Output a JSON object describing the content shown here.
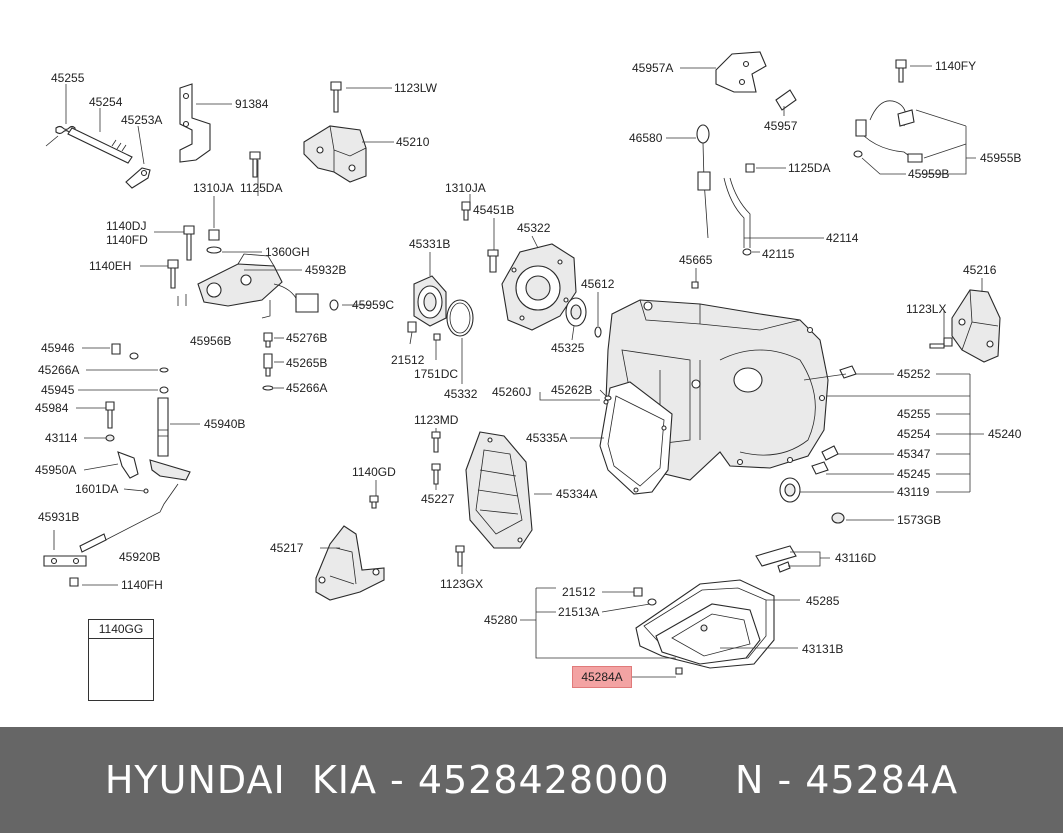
{
  "labels": {
    "l45255": "45255",
    "l45254": "45254",
    "l45253A": "45253A",
    "l91384": "91384",
    "l1123LW": "1123LW",
    "l45210": "45210",
    "l1310JA_a": "1310JA",
    "l1125DA_a": "1125DA",
    "l1140DJ": "1140DJ",
    "l1140FD": "1140FD",
    "l1360GH": "1360GH",
    "l1140EH": "1140EH",
    "l45932B": "45932B",
    "l45959C": "45959C",
    "l45956B": "45956B",
    "l45276B": "45276B",
    "l45265B": "45265B",
    "l45266A_a": "45266A",
    "l45946": "45946",
    "l45266A_b": "45266A",
    "l45945": "45945",
    "l45984": "45984",
    "l45940B": "45940B",
    "l43114": "43114",
    "l45950A": "45950A",
    "l1601DA": "1601DA",
    "l45931B": "45931B",
    "l45920B": "45920B",
    "l1140FH": "1140FH",
    "l1310JA_b": "1310JA",
    "l45451B": "45451B",
    "l45331B": "45331B",
    "l45322": "45322",
    "l45612": "45612",
    "l21512_a": "21512",
    "l1751DC": "1751DC",
    "l45332": "45332",
    "l45325": "45325",
    "l45957A": "45957A",
    "l45957": "45957",
    "l1140FY": "1140FY",
    "l46580": "46580",
    "l1125DA_b": "1125DA",
    "l45955B": "45955B",
    "l45959B": "45959B",
    "l42114": "42114",
    "l42115": "42115",
    "l45665": "45665",
    "l45216": "45216",
    "l1123LX": "1123LX",
    "l45252": "45252",
    "l45255_b": "45255",
    "l45254_b": "45254",
    "l45240": "45240",
    "l45347": "45347",
    "l45245": "45245",
    "l43119": "43119",
    "l1573GB": "1573GB",
    "l45260J": "45260J",
    "l45262B": "45262B",
    "l1123MD": "1123MD",
    "l45335A": "45335A",
    "l1140GD": "1140GD",
    "l45227": "45227",
    "l45334A": "45334A",
    "l45217": "45217",
    "l1123GX": "1123GX",
    "l43116D": "43116D",
    "l21512_b": "21512",
    "l21513A": "21513A",
    "l45280": "45280",
    "l45285": "45285",
    "l43131B": "43131B"
  },
  "highlight": {
    "label": "45284A",
    "color": "#f3a3a3"
  },
  "legend": {
    "title": "1140GG"
  },
  "footer": {
    "text": "HYUNDAI  KIA - 4528428000     N - 45284A",
    "background": "#666666",
    "color": "#ffffff"
  }
}
